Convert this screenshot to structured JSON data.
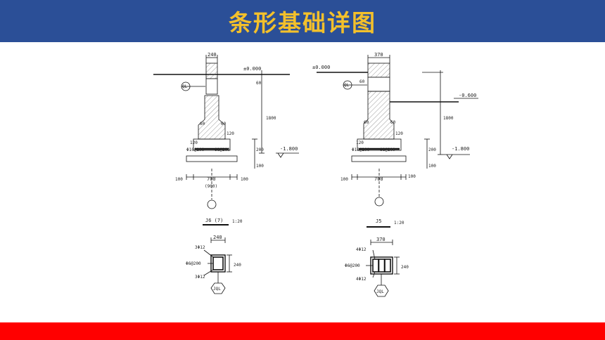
{
  "header": {
    "title": "条形基础详图",
    "bg_color": "#2b4f97",
    "title_color": "#f3c02b"
  },
  "footer": {
    "color": "#ff0000"
  },
  "drawing_left": {
    "top_width": "240",
    "level_zero": "±0.000",
    "dim_60": "60",
    "depth": "1800",
    "offset_60_left": "60",
    "offset_60_right": "60",
    "step_120_left": "120",
    "step_120_right": "120",
    "rebar_left": "Φ10@200",
    "rebar_right": "Φ8@200",
    "dim_200": "200",
    "dim_100": "100",
    "bottom_level": "-1.800",
    "base_width": "700",
    "base_width_alt": "(900)",
    "edge_left": "100",
    "edge_right": "100",
    "marker": "QL",
    "label": "J6 (7)",
    "scale": "1:20"
  },
  "drawing_right": {
    "top_width": "370",
    "level_zero": "±0.000",
    "dim_60": "60",
    "depth": "1800",
    "right_level": "-0.600",
    "offset_60_left": "60",
    "offset_60_right": "60",
    "step_120_left": "120",
    "step_120_right": "120",
    "rebar_left": "Φ10@200",
    "rebar_right": "Φ8@200",
    "dim_200": "200",
    "dim_100": "100",
    "bottom_level": "-1.800",
    "base_width": "700",
    "edge_left": "100",
    "edge_right": "100",
    "marker": "QL",
    "label": "J5",
    "scale": "1:20"
  },
  "section_left": {
    "width": "240",
    "top_bars": "3Φ12",
    "stirrup": "Φ6@200",
    "height": "240",
    "bottom_bars": "3Φ12",
    "tag": "JQL"
  },
  "section_right": {
    "width": "370",
    "top_bars": "4Φ12",
    "stirrup": "Φ6@200",
    "height": "240",
    "bottom_bars": "4Φ12",
    "tag": "JQL"
  }
}
